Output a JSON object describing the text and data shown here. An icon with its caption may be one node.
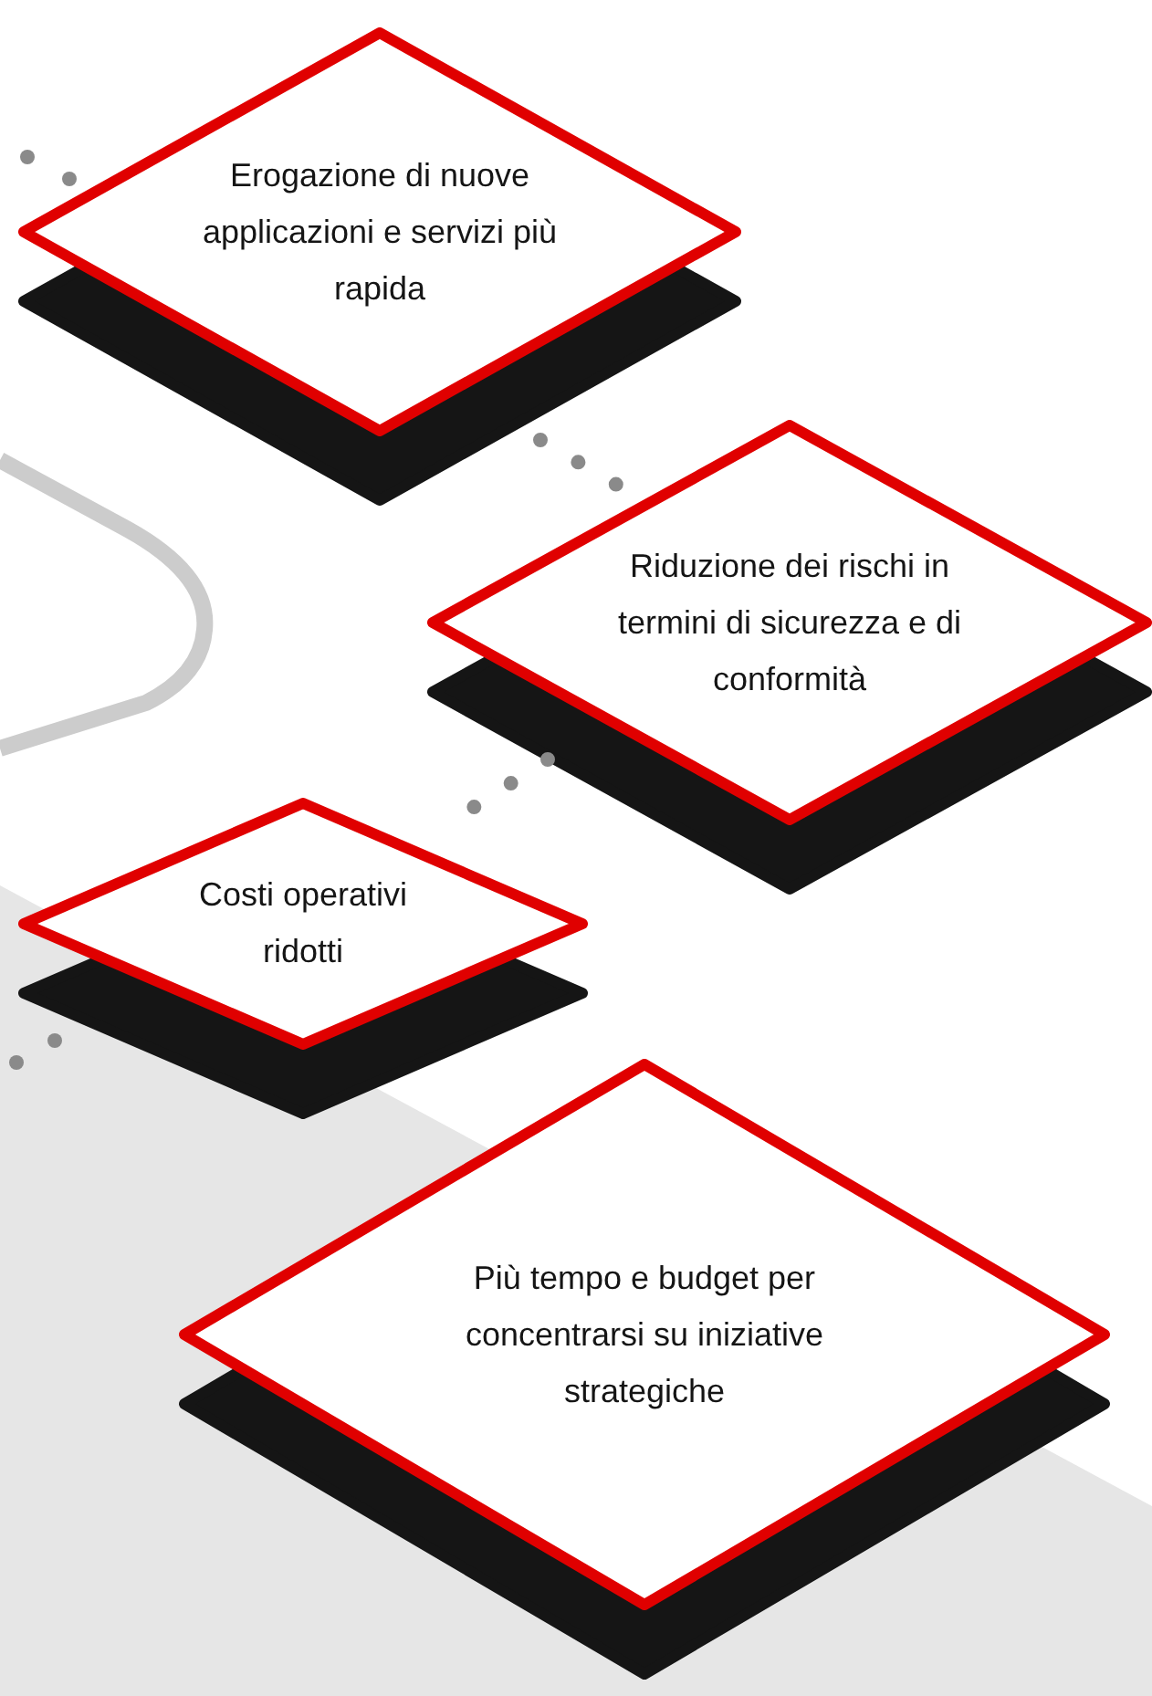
{
  "diagram": {
    "nodes": [
      {
        "text": [
          "Erogazione di nuove applicazioni e servizi più rapida"
        ]
      },
      {
        "text": [
          "Riduzione dei rischi in termini di sicurezza e di conformità"
        ]
      },
      {
        "text": [
          "Costi operativi ridotti"
        ]
      },
      {
        "text": [
          "Più tempo e budget per concentrarsi su iniziative strategiche"
        ]
      }
    ],
    "edges": [
      {
        "from": 0,
        "to": 1,
        "arrow": "none",
        "style": "dashed"
      },
      {
        "from": 1,
        "to": 2,
        "arrow": "none",
        "style": "dashed"
      }
    ]
  }
}
